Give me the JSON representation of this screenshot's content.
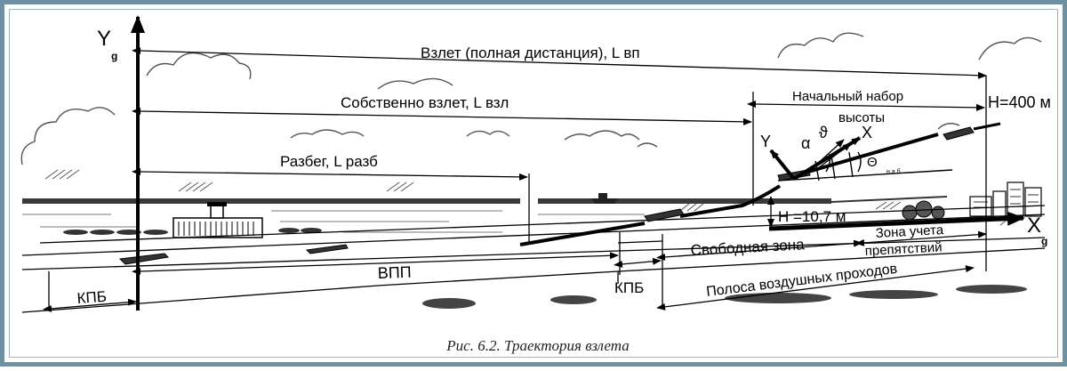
{
  "labels": {
    "axis_y": "Y",
    "axis_y_sub": "g",
    "axis_x": "X",
    "axis_x_sub": "g",
    "takeoff_full": "Взлет (полная дистанция), L вп",
    "takeoff_proper": "Собственно взлет, L взл",
    "takeoff_run": "Разбег, L разб",
    "initial_climb_1": "Начальный набор",
    "initial_climb_2": "высоты",
    "height_400": "H=400 м",
    "height_10": "H =10,7 м",
    "body_y": "Y",
    "body_x": "X",
    "alpha": "α",
    "theta": "ϑ",
    "big_theta": "Θ",
    "nab": "н а б",
    "clearway": "Свободная зона",
    "obstacle_zone_1": "Зона учета",
    "obstacle_zone_2": "препятствий",
    "air_strip": "Полоса воздушных проходов",
    "runway": "ВПП",
    "kpb_left": "КПБ",
    "kpb_right": "КПБ"
  },
  "caption": "Рис. 6.2. Траектория взлета"
}
